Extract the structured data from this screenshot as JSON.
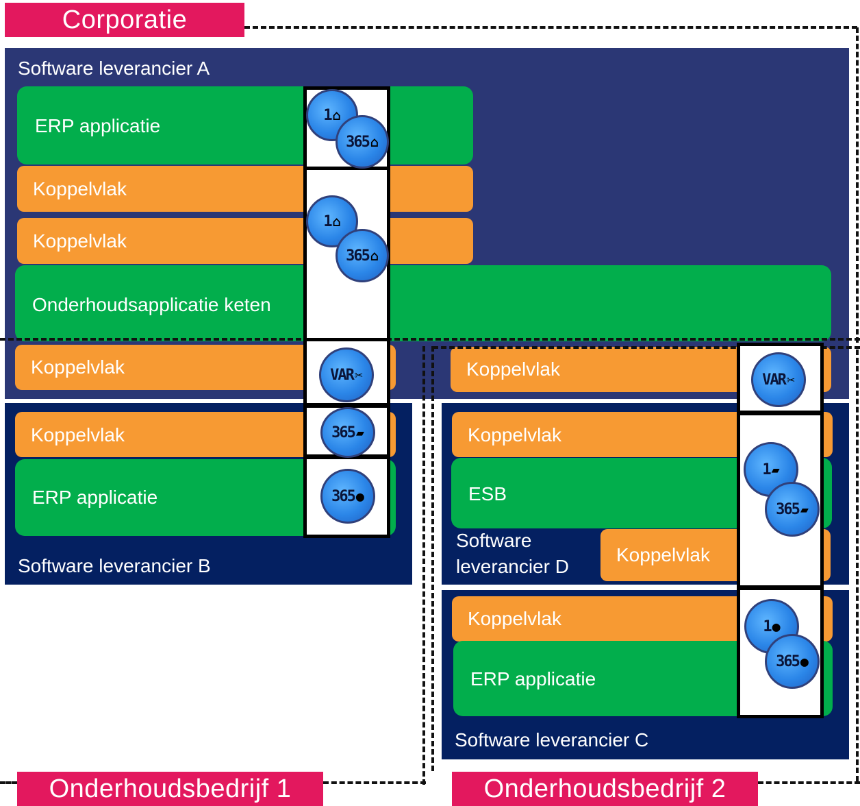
{
  "corporatie": "Corporatie",
  "onderhoudsbedrijf1": "Onderhoudsbedrijf 1",
  "onderhoudsbedrijf2": "Onderhoudsbedrijf 2",
  "vendorA": {
    "title": "Software leverancier A",
    "erp": "ERP applicatie",
    "koppelvlak1": "Koppelvlak",
    "koppelvlak2": "Koppelvlak",
    "keten": "Onderhoudsapplicatie keten"
  },
  "vendorB": {
    "title": "Software leverancier B",
    "koppelvlak_top": "Koppelvlak",
    "koppelvlak": "Koppelvlak",
    "erp": "ERP applicatie"
  },
  "vendorD": {
    "title": "Software leverancier D",
    "koppelvlak_top": "Koppelvlak",
    "koppelvlak": "Koppelvlak",
    "esb": "ESB",
    "koppelvlak_inner": "Koppelvlak"
  },
  "vendorC": {
    "title": "Software leverancier C",
    "koppelvlak": "Koppelvlak",
    "erp": "ERP applicatie"
  },
  "badges": {
    "one": "1",
    "n365": "365",
    "var": "VAR"
  },
  "icons": {
    "house": "house-icon",
    "box": "box-icon",
    "person": "person-icon",
    "tools": "tools-icon"
  },
  "colors": {
    "green": "#02ae4c",
    "orange": "#f79a33",
    "navy": "#2b3775",
    "darknavy": "#042061",
    "pink": "#e3185e"
  }
}
